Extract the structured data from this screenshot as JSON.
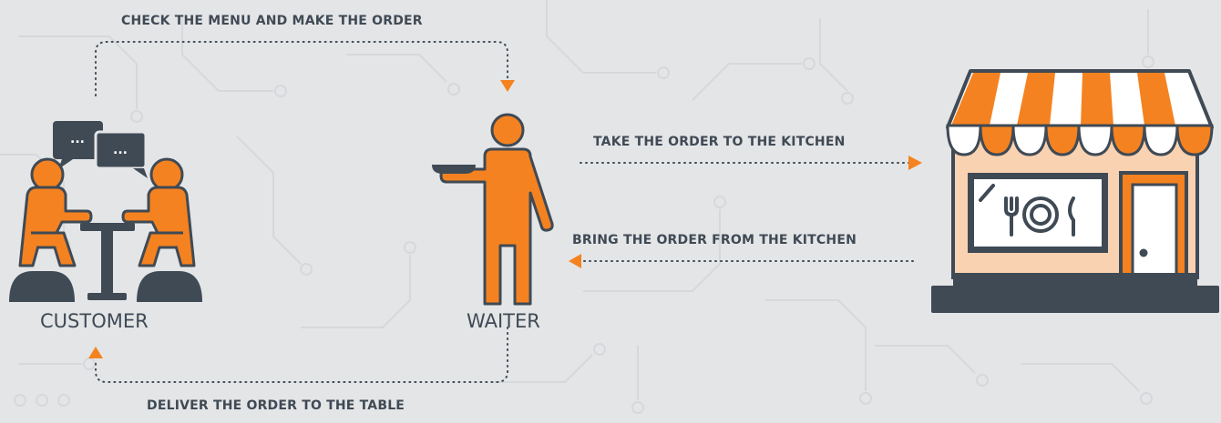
{
  "colors": {
    "background": "#e4e5e7",
    "orange": "#f58220",
    "dark": "#3f4a55",
    "cream": "#f9d2b1",
    "white": "#ffffff",
    "circuit": "#d6d8db"
  },
  "actors": {
    "customer": "CUSTOMER",
    "waiter": "WAITER"
  },
  "steps": {
    "order": "CHECK THE MENU AND MAKE THE ORDER",
    "to_kitchen": "TAKE THE ORDER TO THE KITCHEN",
    "from_kitchen": "BRING THE ORDER FROM THE KITCHEN",
    "deliver": "DELIVER THE ORDER TO THE TABLE"
  },
  "icons": {
    "customers": "customers-table-chat-icon",
    "waiter": "waiter-tray-icon",
    "restaurant": "restaurant-storefront-icon",
    "speech": "speech-bubble-ellipsis-icon",
    "bubble_text": "..."
  }
}
